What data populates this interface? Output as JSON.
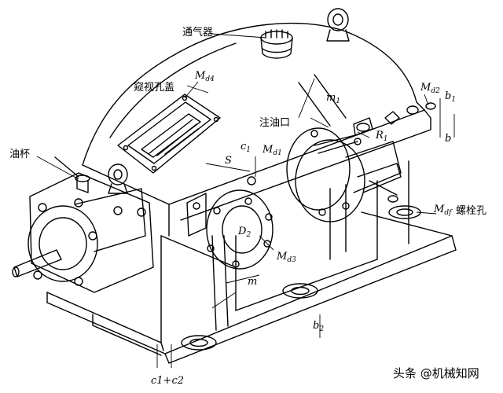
{
  "labels": {
    "breather": "通气器",
    "inspection_cover": "窥视孔盖",
    "oil_cup": "油杯",
    "oil_filler": "注油口",
    "anchor_bolt_hole": "螺栓孔"
  },
  "symbols": {
    "Md4": {
      "base": "M",
      "sub": "d4"
    },
    "Md2": {
      "base": "M",
      "sub": "d2"
    },
    "Md1": {
      "base": "M",
      "sub": "d1"
    },
    "Md3": {
      "base": "M",
      "sub": "d3"
    },
    "Mdf": {
      "base": "M",
      "sub": "df"
    },
    "m1": {
      "base": "m",
      "sub": "1"
    },
    "m": {
      "base": "m"
    },
    "R1": {
      "base": "R",
      "sub": "1"
    },
    "S": {
      "base": "S"
    },
    "c1": {
      "base": "c",
      "sub": "1"
    },
    "c1c2": {
      "text": "c1+c2"
    },
    "D2": {
      "base": "D",
      "sub": "2"
    },
    "b": {
      "base": "b"
    },
    "b1": {
      "base": "b",
      "sub": "1"
    },
    "b2": {
      "base": "b",
      "sub": "2"
    }
  },
  "watermark": "头条 @机械知网",
  "colors": {
    "ink": "#000000",
    "background": "#ffffff"
  }
}
